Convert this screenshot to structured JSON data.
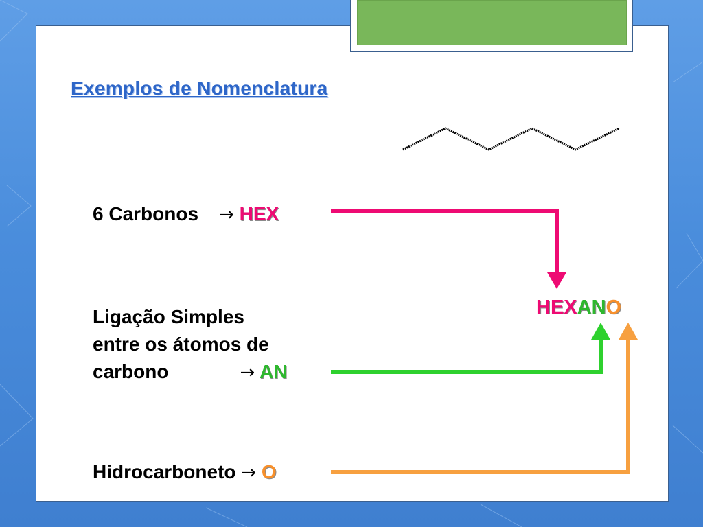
{
  "title": "Exemplos de  Nomenclatura",
  "rows": [
    {
      "label": "6 Carbonos",
      "arrow": "→",
      "suffix": "HEX"
    },
    {
      "label_lines": [
        "Ligação Simples",
        "entre os átomos de",
        "carbono"
      ],
      "arrow": "→",
      "suffix": "AN"
    },
    {
      "label": "Hidrocarboneto",
      "arrow": "→",
      "suffix": "O"
    }
  ],
  "result": {
    "part1": "HEX",
    "part2": "AN",
    "part3": "O"
  },
  "colors": {
    "pink": "#ee0a73",
    "green": "#2eb82e",
    "orange": "#f7902c",
    "title_blue": "#2e66c8",
    "box_green": "#79b75a"
  },
  "icons": [
    "arrow-right-icon",
    "hexane-skeletal-structure"
  ]
}
